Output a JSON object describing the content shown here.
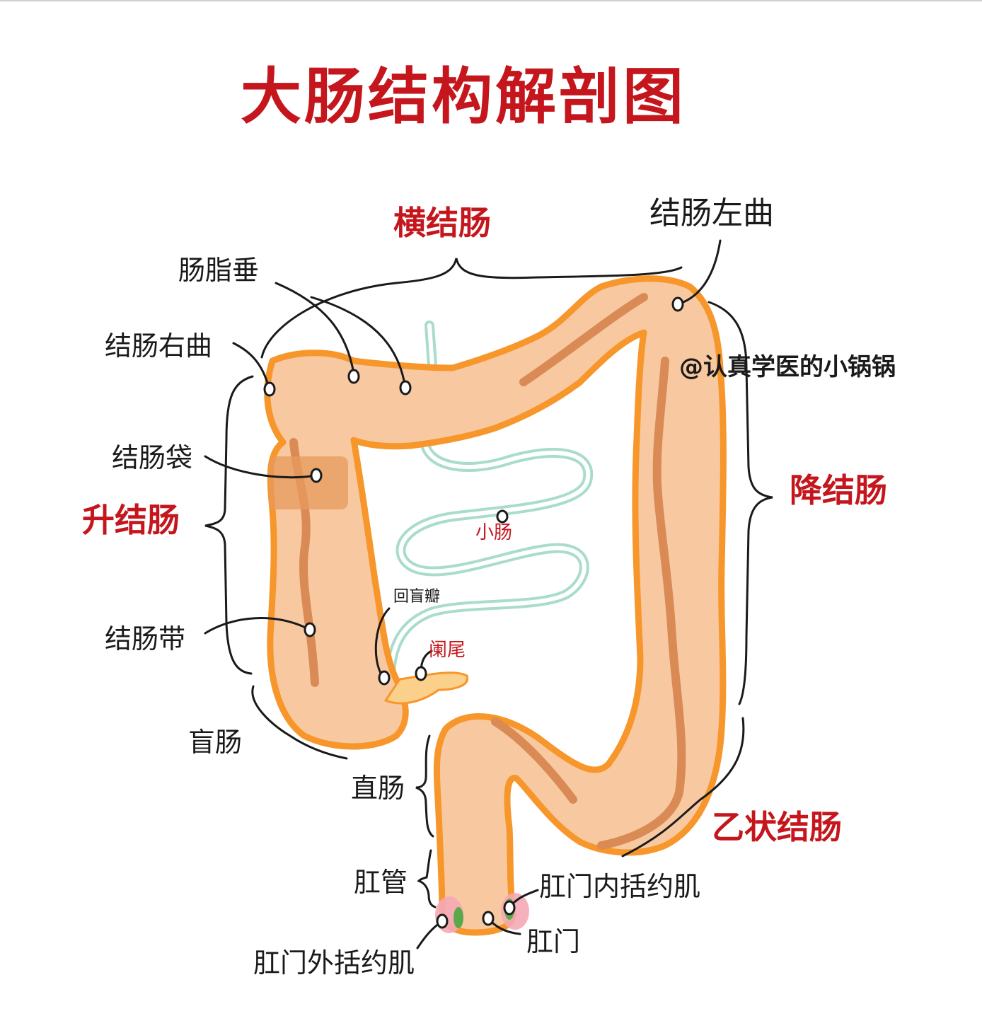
{
  "title": "大肠结构解剖图",
  "watermark": "@认真学医的小锅锅",
  "colors": {
    "title": "#c4161c",
    "colon_fill": "#f8c9a0",
    "colon_outline": "#f7962b",
    "taenia": "#d98a55",
    "small_intestine": "#a9dccb",
    "label_line": "#1a1a1a"
  },
  "labels": {
    "transverse_colon": "横结肠",
    "left_flexure": "结肠左曲",
    "epiploic_appendages": "肠脂垂",
    "right_flexure": "结肠右曲",
    "haustra": "结肠袋",
    "ascending_colon": "升结肠",
    "descending_colon": "降结肠",
    "small_intestine": "小肠",
    "ileocecal_valve": "回盲瓣",
    "appendix": "阑尾",
    "taenia_coli": "结肠带",
    "cecum": "盲肠",
    "rectum": "直肠",
    "sigmoid_colon": "乙状结肠",
    "anal_canal": "肛管",
    "internal_sphincter": "肛门内括约肌",
    "anus": "肛门",
    "external_sphincter": "肛门外括约肌"
  }
}
